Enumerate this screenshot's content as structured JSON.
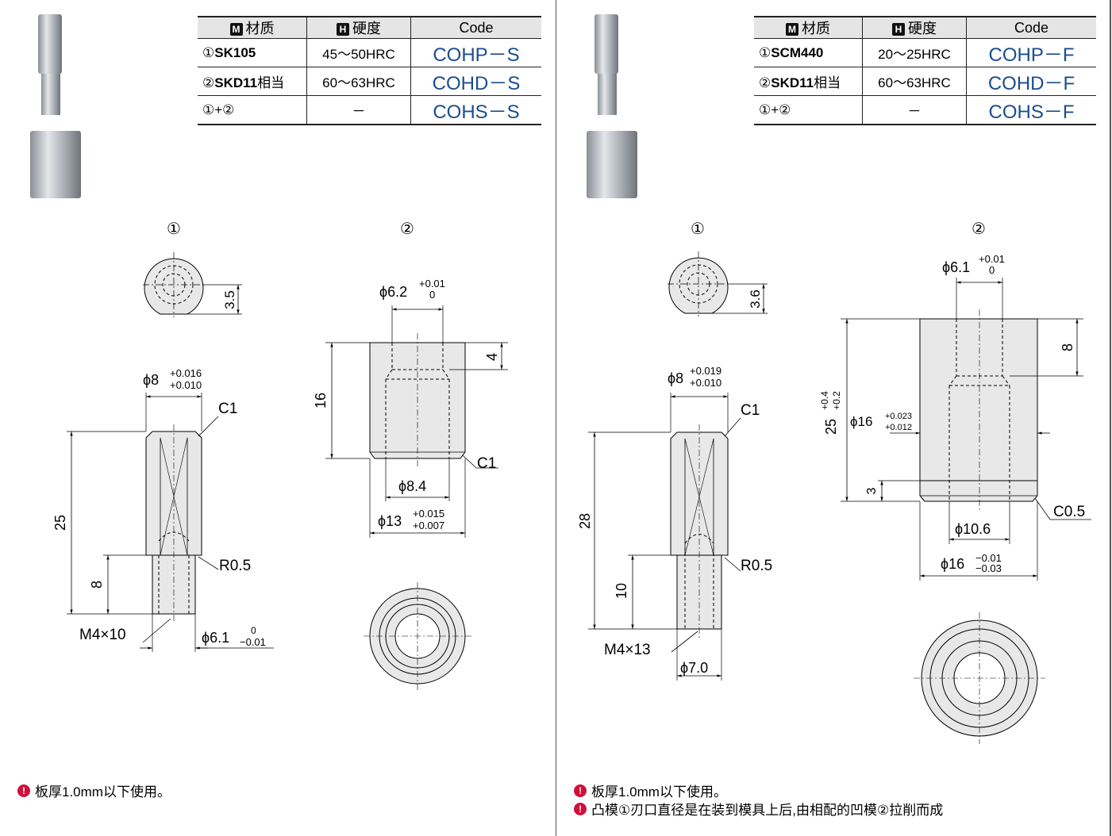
{
  "table_headers": {
    "material": "材质",
    "material_badge": "M",
    "hardness": "硬度",
    "hardness_badge": "H",
    "code": "Code"
  },
  "left": {
    "rows": [
      {
        "num": "①",
        "material": "SK105",
        "suffix": "",
        "hardness": "45～50HRC",
        "code": "COHP－S"
      },
      {
        "num": "②",
        "material": "SKD11",
        "suffix": "相当",
        "hardness": "60～63HRC",
        "code": "COHD－S"
      },
      {
        "num": "",
        "material": "①+②",
        "suffix": "",
        "hardness": "－",
        "code": "COHS－S"
      }
    ],
    "labels": {
      "part1": "①",
      "part2": "②"
    },
    "part1": {
      "flat": "3.5",
      "dia": "ϕ8",
      "dia_tol_up": "+0.016",
      "dia_tol_low": "+0.010",
      "chamfer": "C1",
      "length": "25",
      "shank_len": "8",
      "radius": "R0.5",
      "thread": "M4×10",
      "shank_dia": "ϕ6.1",
      "shank_tol_up": "0",
      "shank_tol_low": "−0.01"
    },
    "part2": {
      "hole": "ϕ6.2",
      "hole_tol_up": "+0.01",
      "hole_tol_low": "0",
      "height": "16",
      "depth": "4",
      "chamfer": "C1",
      "inner": "ϕ8.4",
      "outer": "ϕ13",
      "outer_tol_up": "+0.015",
      "outer_tol_low": "+0.007"
    },
    "notes": [
      "板厚1.0mm以下使用。"
    ]
  },
  "right": {
    "rows": [
      {
        "num": "①",
        "material": "SCM440",
        "suffix": "",
        "hardness": "20～25HRC",
        "code": "COHP－F"
      },
      {
        "num": "②",
        "material": "SKD11",
        "suffix": "相当",
        "hardness": "60～63HRC",
        "code": "COHD－F"
      },
      {
        "num": "",
        "material": "①+②",
        "suffix": "",
        "hardness": "－",
        "code": "COHS－F"
      }
    ],
    "labels": {
      "part1": "①",
      "part2": "②"
    },
    "part1": {
      "flat": "3.6",
      "dia": "ϕ8",
      "dia_tol_up": "+0.019",
      "dia_tol_low": "+0.010",
      "chamfer": "C1",
      "length": "28",
      "shank_len": "10",
      "radius": "R0.5",
      "thread": "M4×13",
      "shank_dia": "ϕ7.0"
    },
    "part2": {
      "hole": "ϕ6.1",
      "hole_tol_up": "+0.01",
      "hole_tol_low": "0",
      "height": "25",
      "height_tol_up": "+0.4",
      "height_tol_low": "+0.2",
      "depth": "8",
      "mid": "ϕ16",
      "mid_tol_up": "+0.023",
      "mid_tol_low": "+0.012",
      "edge": "3",
      "chamfer": "C0.5",
      "inner": "ϕ10.6",
      "outer": "ϕ16",
      "outer_tol_up": "−0.01",
      "outer_tol_low": "−0.03"
    },
    "notes": [
      "板厚1.0mm以下使用。",
      "凸模①刃口直径是在装到模具上后,由相配的凹模②拉削而成"
    ]
  },
  "colors": {
    "code_text": "#1a4d8f",
    "note_icon": "#d0103a",
    "part_fill": "#e8e8e8"
  }
}
